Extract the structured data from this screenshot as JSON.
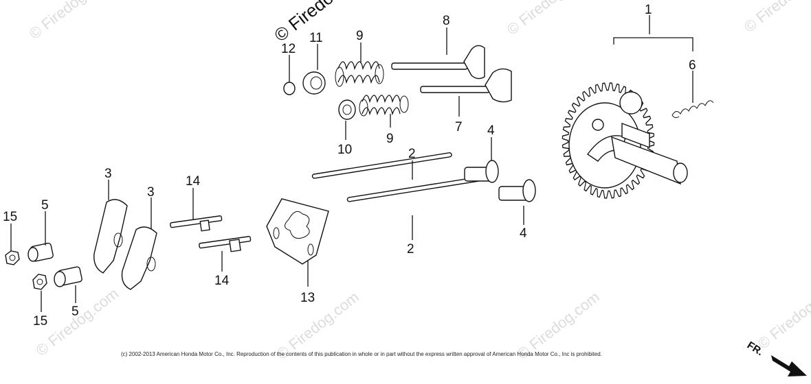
{
  "diagram": {
    "callouts": {
      "c1": "1",
      "c2a": "2",
      "c2b": "2",
      "c3a": "3",
      "c3b": "3",
      "c4a": "4",
      "c4b": "4",
      "c5a": "5",
      "c5b": "5",
      "c6": "6",
      "c7": "7",
      "c8": "8",
      "c9a": "9",
      "c9b": "9",
      "c10": "10",
      "c11": "11",
      "c12": "12",
      "c13": "13",
      "c14a": "14",
      "c14b": "14",
      "c15a": "15",
      "c15b": "15"
    },
    "watermark_small": "© Firedog.com",
    "watermark_large": "© Firedo",
    "copyright": "(c) 2002-2013 American Honda Motor Co., Inc. Reproduction of the contents of this publication in whole or in part without the express written approval of American Honda Motor Co., Inc is prohibited.",
    "direction_label": "FR."
  }
}
